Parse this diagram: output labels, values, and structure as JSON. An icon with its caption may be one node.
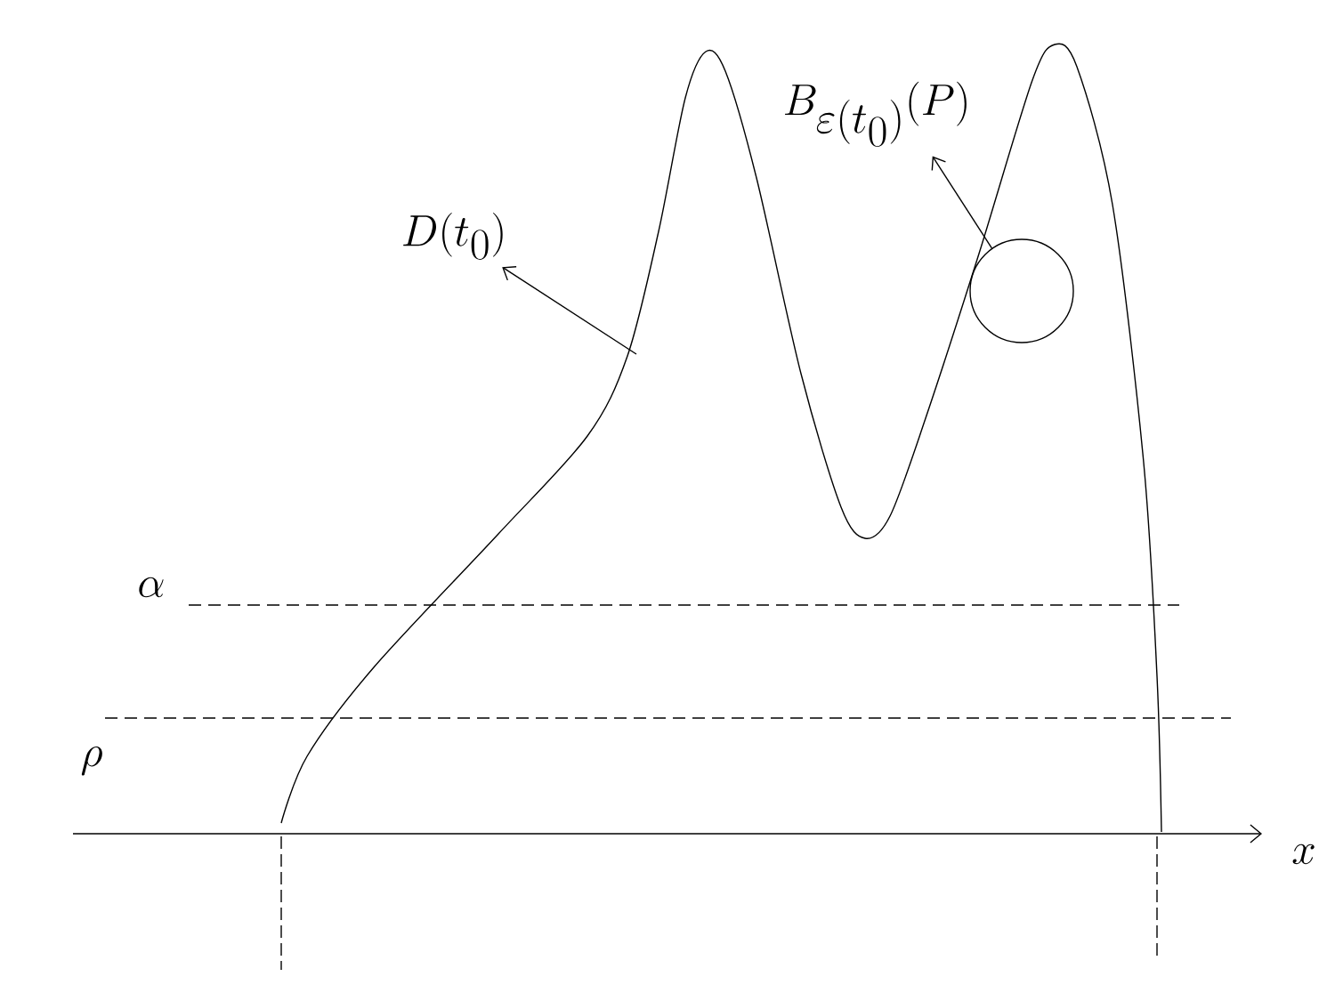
{
  "diagram": {
    "nodes": [
      {
        "text": [
          "D(t_0)"
        ]
      },
      {
        "text": [
          "B_{\\varepsilon(t_0)}(P)"
        ]
      },
      {
        "text": [],
        "shape": "circle"
      }
    ],
    "edges": [
      {
        "from": null,
        "to": 0,
        "arrow": "to"
      },
      {
        "from": 2,
        "to": 1,
        "arrow": "to"
      }
    ],
    "labels": [
      "\\alpha",
      "\\rho",
      "x"
    ]
  }
}
